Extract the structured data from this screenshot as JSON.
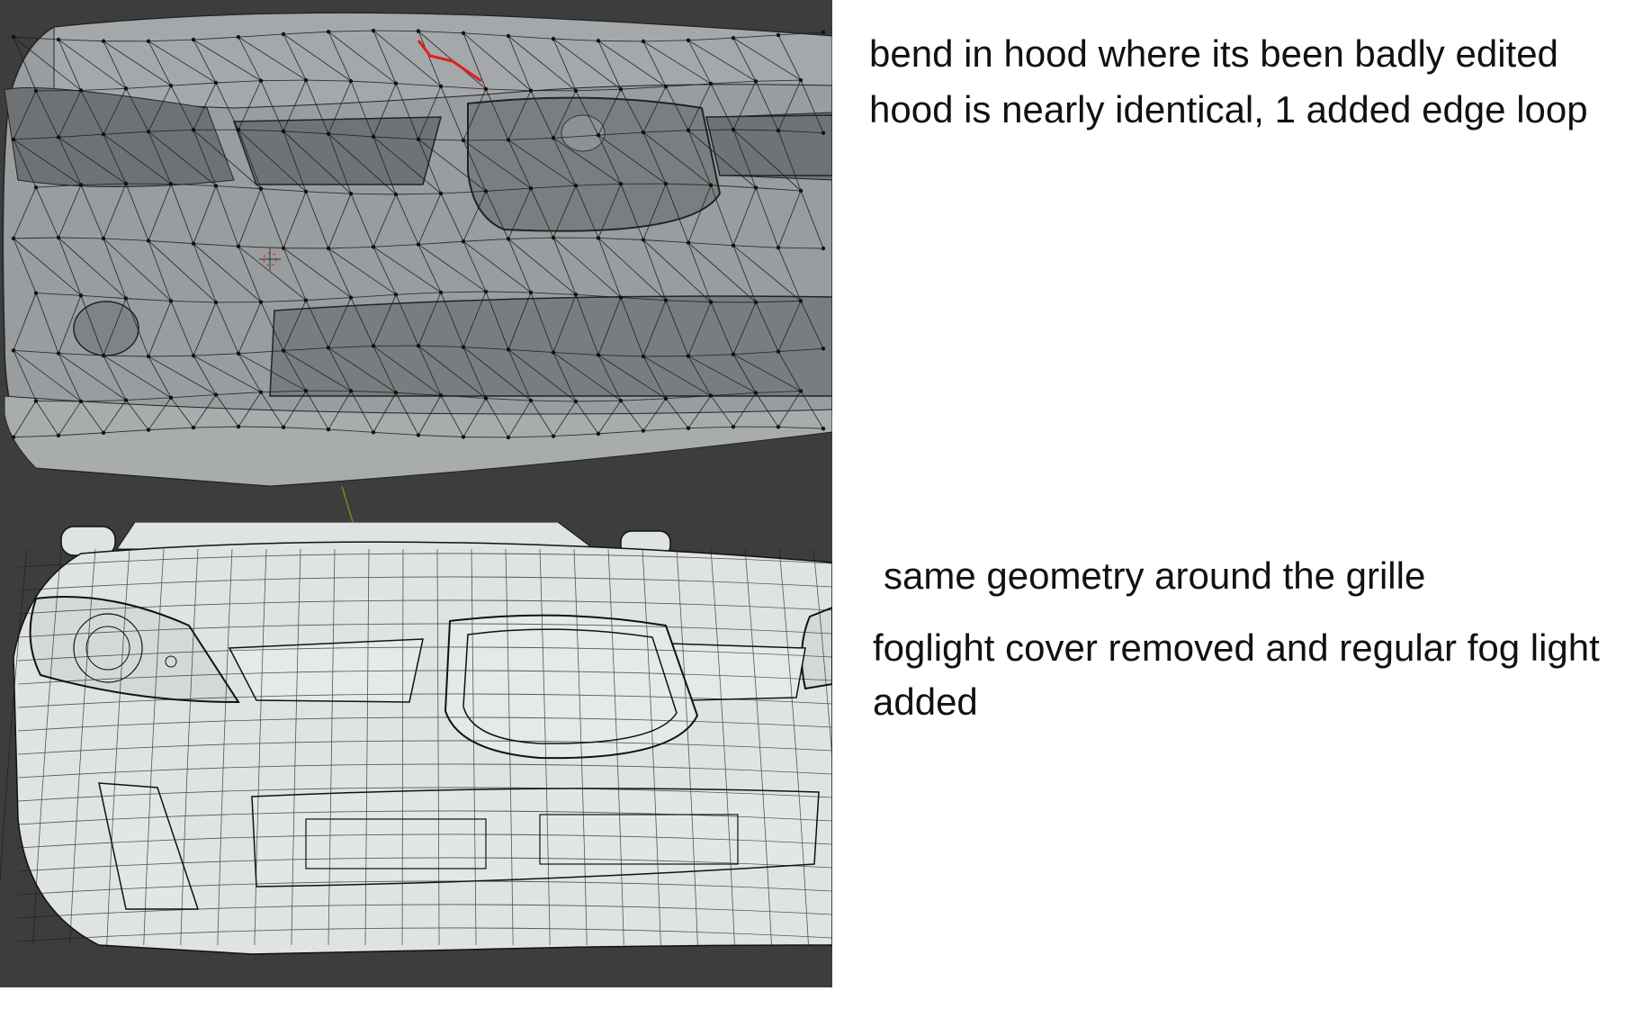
{
  "annotations": {
    "hood_bend": "bend in hood where its been badly edited",
    "hood_identical": "hood is nearly identical, 1 added edge loop",
    "grille_geometry": "same geometry around the grille",
    "foglight": "foglight cover removed and regular fog light added"
  },
  "colors": {
    "viewport_bg": "#3d3d3d",
    "top_mesh_surface": "#8c8f91",
    "top_wire": "#1c1c1c",
    "bottom_mesh_surface": "#dfe3e3",
    "bottom_wire": "#1a1a1a",
    "edit_highlight": "#e0201b"
  }
}
